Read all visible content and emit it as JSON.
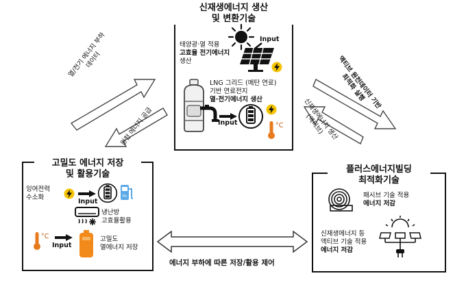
{
  "top": {
    "title_line1": "신재생에너지 생산",
    "title_line2": "및 변환기술",
    "solar_text": [
      "태양광·열 적용",
      "고효율 전기에너지",
      "생산"
    ],
    "input_label": "Input",
    "lng_text": [
      "LNG 그리드 (메탄 연료)",
      "기반 연료전지",
      "열·전기에너지 생산"
    ],
    "lng_input_label": "Input",
    "temp_unit": "°C"
  },
  "left": {
    "title_line1": "고밀도 에너지 저장",
    "title_line2": "및 활용기술",
    "surplus_text": [
      "잉여전력",
      "수소화"
    ],
    "input_label": "Input",
    "hvac_text": [
      "냉난방",
      "고효율활용"
    ],
    "temp_unit": "°C",
    "temp_input_label": "Input",
    "storage_text": [
      "고밀도",
      "열에너지 저장"
    ]
  },
  "right": {
    "title_line1": "플러스에너지빌딩",
    "title_line2": "최적화기술",
    "passive_text": [
      "패시브 기술 적용",
      "에너지 저감"
    ],
    "active_text": [
      "신재생에너지 등",
      "액티브 기술 적용",
      "에너지 저감"
    ]
  },
  "arrows": {
    "left_upper": [
      "열/전기 에너지 부하",
      "데이터"
    ],
    "left_lower": "원천 에너지 공급",
    "right_upper": [
      "액티브 원천데이터 기반",
      "최적화 실행"
    ],
    "right_lower": [
      "신재생에너지 생산",
      "(액티브)"
    ],
    "bottom": "에너지 부하에 따른 저장/활용 제어"
  }
}
